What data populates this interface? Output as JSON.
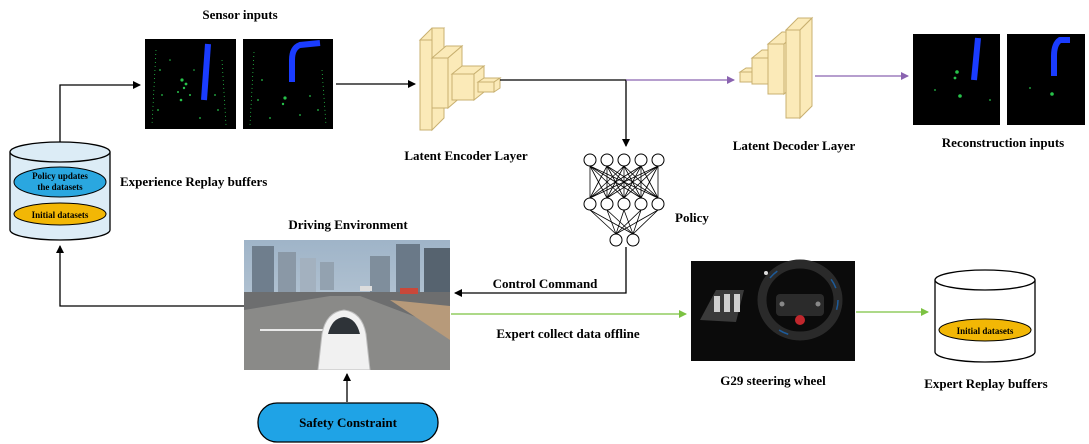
{
  "labels": {
    "sensor_inputs": "Sensor inputs",
    "latent_encoder": "Latent Encoder Layer",
    "latent_decoder": "Latent Decoder Layer",
    "reconstruction_inputs": "Reconstruction inputs",
    "experience_replay": "Experience Replay buffers",
    "policy": "Policy",
    "driving_environment": "Driving Environment",
    "control_command": "Control Command",
    "expert_collect": "Expert collect data offline",
    "g29": "G29 steering wheel",
    "expert_replay": "Expert Replay buffers",
    "safety_constraint": "Safety Constraint"
  },
  "replay_buffer": {
    "policy_updates_line1": "Policy updates",
    "policy_updates_line2": "the datasets",
    "initial_datasets": "Initial datasets"
  },
  "expert_buffer": {
    "initial_datasets": "Initial datasets"
  },
  "colors": {
    "cylinder_fill": "#dcecf6",
    "ellipse_blue": "#2aa7e0",
    "ellipse_gold": "#f2b705",
    "safety_box": "#1fa3e6",
    "encoder_block": "#fbeab8",
    "encoder_stroke": "#c8b070",
    "latent_line": "#8a63b0",
    "expert_arrow": "#7cc242",
    "lidar_blue": "#1a3cff",
    "lidar_green": "#27c24a"
  },
  "icons": [
    "camera-view",
    "steering-wheel-photo",
    "lidar-map"
  ]
}
